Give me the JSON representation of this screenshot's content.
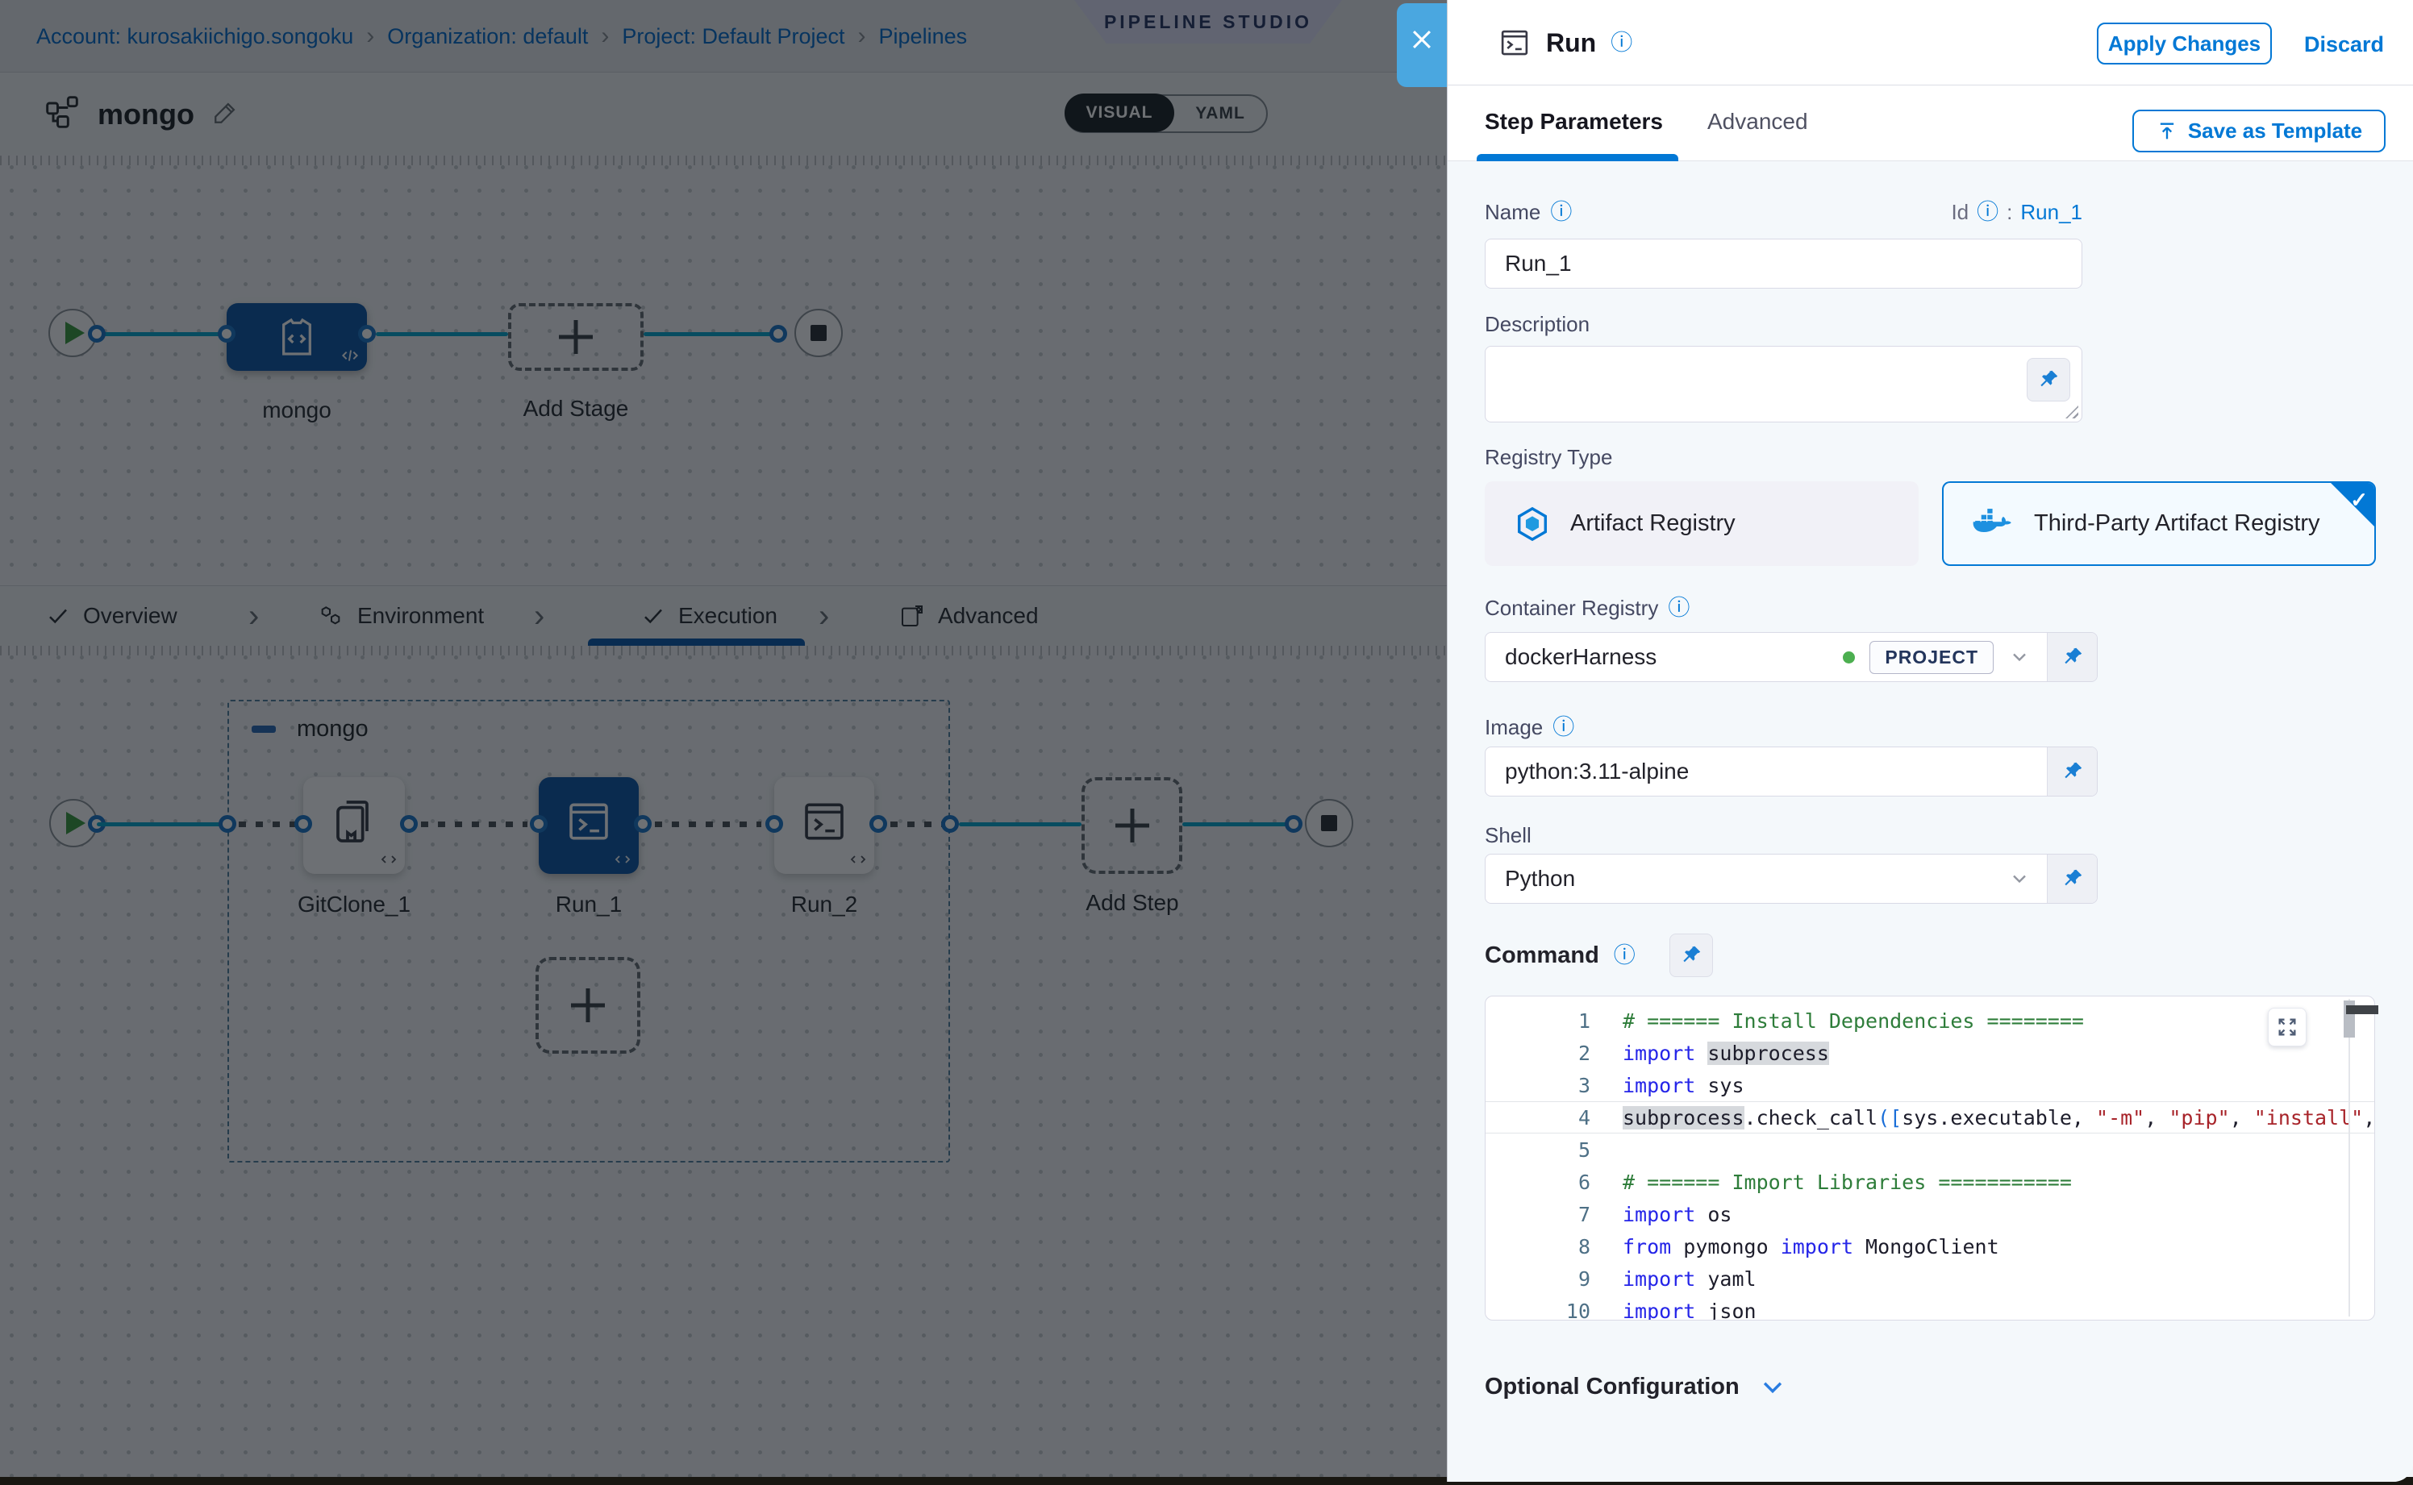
{
  "breadcrumb": {
    "items": [
      "Account: kurosakiichigo.songoku",
      "Organization: default",
      "Project: Default Project",
      "Pipelines"
    ],
    "separator": "›"
  },
  "studio_badge": "PIPELINE STUDIO",
  "pipeline": {
    "title": "mongo",
    "toggle": {
      "visual": "VISUAL",
      "yaml": "YAML"
    }
  },
  "stage_graph": {
    "stage_label": "mongo",
    "add_stage_label": "Add Stage"
  },
  "stage_tabs": {
    "overview": "Overview",
    "environment": "Environment",
    "execution": "Execution",
    "advanced": "Advanced",
    "separator": "›"
  },
  "exec_graph": {
    "group_label": "mongo",
    "step1": "GitClone_1",
    "step2": "Run_1",
    "step3": "Run_2",
    "add_step_label": "Add Step"
  },
  "panel": {
    "title": "Run",
    "apply": "Apply Changes",
    "discard": "Discard",
    "tabs": {
      "step_parameters": "Step Parameters",
      "advanced": "Advanced"
    },
    "save_as_template": "Save as Template",
    "name": {
      "label": "Name",
      "value": "Run_1"
    },
    "id": {
      "label": "Id",
      "sep": ":",
      "value": "Run_1"
    },
    "description": {
      "label": "Description",
      "value": ""
    },
    "registry_type": {
      "label": "Registry Type",
      "option1": "Artifact Registry",
      "option2": "Third-Party Artifact Registry",
      "selected": "Third-Party Artifact Registry",
      "check": "✓"
    },
    "container_registry": {
      "label": "Container Registry",
      "value": "dockerHarness",
      "scope_badge": "PROJECT"
    },
    "image": {
      "label": "Image",
      "value": "python:3.11-alpine"
    },
    "shell": {
      "label": "Shell",
      "value": "Python"
    },
    "command": {
      "label": "Command"
    },
    "optional_configuration": "Optional Configuration",
    "info_icon": "ⓘ"
  },
  "code": {
    "lines": [
      {
        "n": "1",
        "tokens": [
          {
            "t": "# ====== Install Dependencies ========",
            "c": "cm"
          }
        ]
      },
      {
        "n": "2",
        "tokens": [
          {
            "t": "import",
            "c": "kw"
          },
          {
            "t": " ",
            "c": "tx"
          },
          {
            "t": "subprocess",
            "c": "hl"
          }
        ]
      },
      {
        "n": "3",
        "tokens": [
          {
            "t": "import",
            "c": "kw"
          },
          {
            "t": " sys",
            "c": "tx"
          }
        ]
      },
      {
        "n": "4",
        "cur": true,
        "tokens": [
          {
            "t": "subprocess",
            "c": "hl"
          },
          {
            "t": ".check_call",
            "c": "tx"
          },
          {
            "t": "([",
            "c": "br"
          },
          {
            "t": "sys.executable, ",
            "c": "tx"
          },
          {
            "t": "\"-m\"",
            "c": "str"
          },
          {
            "t": ", ",
            "c": "tx"
          },
          {
            "t": "\"pip\"",
            "c": "str"
          },
          {
            "t": ", ",
            "c": "tx"
          },
          {
            "t": "\"install\"",
            "c": "str"
          },
          {
            "t": ",",
            "c": "tx"
          }
        ]
      },
      {
        "n": "5",
        "tokens": []
      },
      {
        "n": "6",
        "tokens": [
          {
            "t": "# ====== Import Libraries ===========",
            "c": "cm"
          }
        ]
      },
      {
        "n": "7",
        "tokens": [
          {
            "t": "import",
            "c": "kw"
          },
          {
            "t": " os",
            "c": "tx"
          }
        ]
      },
      {
        "n": "8",
        "tokens": [
          {
            "t": "from",
            "c": "kw"
          },
          {
            "t": " pymongo ",
            "c": "tx"
          },
          {
            "t": "import",
            "c": "kw"
          },
          {
            "t": " MongoClient",
            "c": "tx"
          }
        ]
      },
      {
        "n": "9",
        "tokens": [
          {
            "t": "import",
            "c": "kw"
          },
          {
            "t": " yaml",
            "c": "tx"
          }
        ]
      },
      {
        "n": "10",
        "tokens": [
          {
            "t": "import",
            "c": "kw"
          },
          {
            "t": " json",
            "c": "tx"
          }
        ]
      }
    ]
  },
  "colors": {
    "accent": "#0278d5",
    "close_button_blue": "#4aa7e0",
    "selected_node_blue": "#1158a7",
    "wire_teal": "#0ba7cf",
    "comment_green": "#2e7d3a",
    "keyword_blue": "#2525e8",
    "string_red": "#a8242a",
    "scope_dot_green": "#4caf50"
  }
}
